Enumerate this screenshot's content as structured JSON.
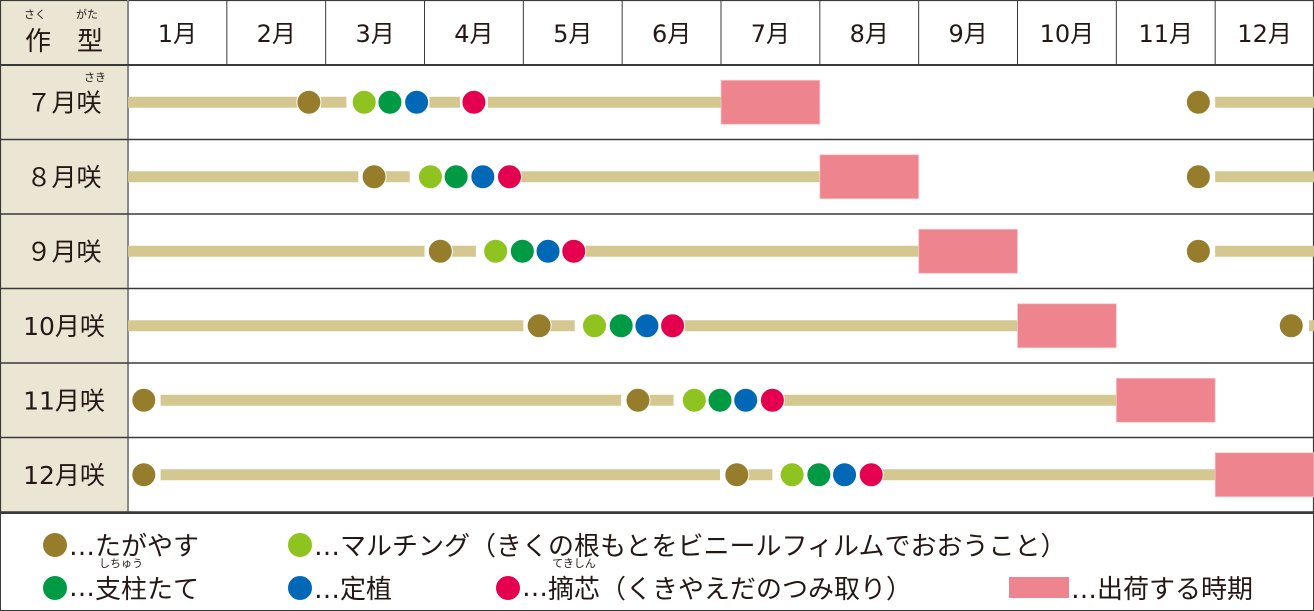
{
  "chart_data": {
    "type": "gantt-timeline",
    "title": "",
    "header": {
      "corner_label": "作　型",
      "corner_ruby": [
        "さく",
        "がた"
      ],
      "months": [
        "1月",
        "2月",
        "3月",
        "4月",
        "5月",
        "6月",
        "7月",
        "8月",
        "9月",
        "10月",
        "11月",
        "12月"
      ]
    },
    "x_unit": "month (0 = start of January, 12 = end of December)",
    "xlim": [
      0,
      12
    ],
    "rows": [
      {
        "label": "７月咲",
        "label_ruby": "さき",
        "line_segments": [
          [
            0,
            1.71
          ],
          [
            1.95,
            2.21
          ],
          [
            3.05,
            3.36
          ],
          [
            3.64,
            6.0
          ],
          [
            11.0,
            12.0
          ]
        ],
        "events": [
          {
            "type": "tagayasu",
            "month": 1.83
          },
          {
            "type": "mulching",
            "month": 2.39
          },
          {
            "type": "shichu",
            "month": 2.65
          },
          {
            "type": "teishoku",
            "month": 2.92
          },
          {
            "type": "tekishin",
            "month": 3.5
          },
          {
            "type": "tagayasu",
            "month": 10.83
          }
        ],
        "shipping": [
          6.0,
          7.0
        ]
      },
      {
        "label": "８月咲",
        "line_segments": [
          [
            0,
            2.33
          ],
          [
            2.6,
            2.85
          ],
          [
            3.96,
            7.0
          ],
          [
            11.0,
            12.0
          ]
        ],
        "events": [
          {
            "type": "tagayasu",
            "month": 2.49
          },
          {
            "type": "mulching",
            "month": 3.06
          },
          {
            "type": "shichu",
            "month": 3.32
          },
          {
            "type": "teishoku",
            "month": 3.59
          },
          {
            "type": "tekishin",
            "month": 3.86
          },
          {
            "type": "tagayasu",
            "month": 10.83
          }
        ],
        "shipping": [
          7.0,
          8.0
        ]
      },
      {
        "label": "９月咲",
        "line_segments": [
          [
            0,
            3.0
          ],
          [
            3.26,
            3.52
          ],
          [
            4.63,
            8.0
          ],
          [
            11.0,
            12.0
          ]
        ],
        "events": [
          {
            "type": "tagayasu",
            "month": 3.16
          },
          {
            "type": "mulching",
            "month": 3.72
          },
          {
            "type": "shichu",
            "month": 3.99
          },
          {
            "type": "teishoku",
            "month": 4.25
          },
          {
            "type": "tekishin",
            "month": 4.51
          },
          {
            "type": "tagayasu",
            "month": 10.83
          }
        ],
        "shipping": [
          8.0,
          9.0
        ]
      },
      {
        "label": "10月咲",
        "line_segments": [
          [
            0,
            4.0
          ],
          [
            4.27,
            4.52
          ],
          [
            5.63,
            9.0
          ],
          [
            11.95,
            12.0
          ]
        ],
        "events": [
          {
            "type": "tagayasu",
            "month": 4.16
          },
          {
            "type": "mulching",
            "month": 4.72
          },
          {
            "type": "shichu",
            "month": 4.99
          },
          {
            "type": "teishoku",
            "month": 5.25
          },
          {
            "type": "tekishin",
            "month": 5.51
          },
          {
            "type": "tagayasu",
            "month": 11.77
          }
        ],
        "shipping": [
          9.0,
          10.0
        ]
      },
      {
        "label": "11月咲",
        "line_segments": [
          [
            0.33,
            4.99
          ],
          [
            5.27,
            5.52
          ],
          [
            6.63,
            10.0
          ]
        ],
        "events": [
          {
            "type": "tagayasu",
            "month": 0.16
          },
          {
            "type": "tagayasu",
            "month": 5.16
          },
          {
            "type": "mulching",
            "month": 5.73
          },
          {
            "type": "shichu",
            "month": 5.99
          },
          {
            "type": "teishoku",
            "month": 6.25
          },
          {
            "type": "tekishin",
            "month": 6.52
          }
        ],
        "shipping": [
          10.0,
          11.0
        ]
      },
      {
        "label": "12月咲",
        "line_segments": [
          [
            0.33,
            5.99
          ],
          [
            6.27,
            6.52
          ],
          [
            7.63,
            11.0
          ]
        ],
        "events": [
          {
            "type": "tagayasu",
            "month": 0.16
          },
          {
            "type": "tagayasu",
            "month": 6.16
          },
          {
            "type": "mulching",
            "month": 6.72
          },
          {
            "type": "shichu",
            "month": 6.99
          },
          {
            "type": "teishoku",
            "month": 7.25
          },
          {
            "type": "tekishin",
            "month": 7.52
          }
        ],
        "shipping": [
          11.0,
          12.0
        ]
      }
    ],
    "legend": [
      {
        "type": "tagayasu",
        "text": "…たがやす"
      },
      {
        "type": "mulching",
        "text": "…マルチング（きくの根もとをビニールフィルムでおおうこと）"
      },
      {
        "type": "shichu",
        "text_prefix": "…",
        "ruby_base": "支柱",
        "ruby": "しちゅう",
        "text_suffix": "たて"
      },
      {
        "type": "teishoku",
        "text": "…定植"
      },
      {
        "type": "tekishin",
        "text_prefix": "…",
        "ruby_base": "摘芯",
        "ruby": "てきしん",
        "text_suffix": "（くきやえだのつみ取り）"
      },
      {
        "type": "shipping",
        "text": "…出荷する時期"
      }
    ],
    "colors": {
      "tagayasu": "#957d2c",
      "mulching": "#8fc31f",
      "shichu": "#009944",
      "teishoku": "#0068b7",
      "tekishin": "#e4004f",
      "shipping": "#ee858e",
      "line": "#d5c790",
      "label_bg": "#ebe5d4",
      "grid": "#3a3a3a"
    }
  }
}
